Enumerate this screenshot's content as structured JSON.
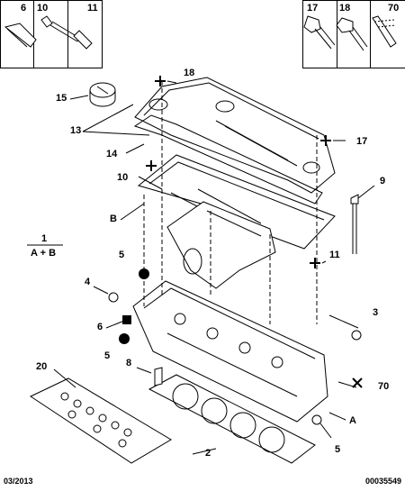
{
  "legend_left": {
    "items": [
      "6",
      "10",
      "11"
    ]
  },
  "legend_right": {
    "items": [
      "17",
      "18",
      "70"
    ]
  },
  "callouts": {
    "c15": "15",
    "c18": "18",
    "c13": "13",
    "c17": "17",
    "c14": "14",
    "c10": "10",
    "c9": "9",
    "cB": "B",
    "c1": "1",
    "cAB": "A + B",
    "c5a": "5",
    "c11": "11",
    "c4": "4",
    "c3": "3",
    "c6": "6",
    "c5b": "5",
    "c8": "8",
    "c20": "20",
    "c70": "70",
    "cA": "A",
    "c2": "2",
    "c5c": "5"
  },
  "footer": {
    "date": "03/2013",
    "ref": "00035549"
  }
}
